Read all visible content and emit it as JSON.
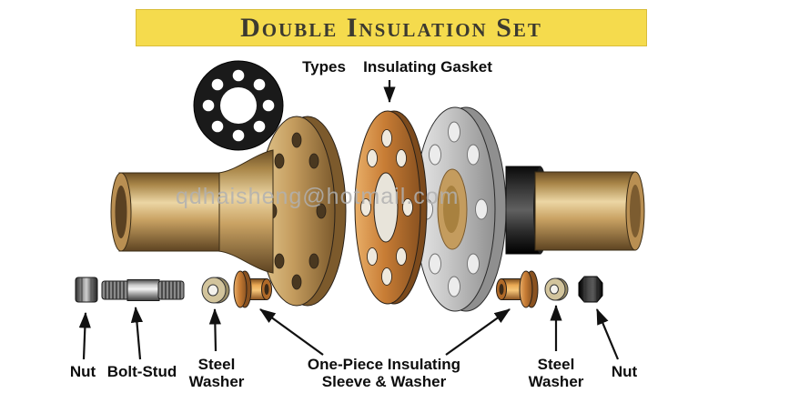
{
  "banner": {
    "title": "Double Insulation Set"
  },
  "callouts": {
    "types": "Types",
    "insulating_gasket": "Insulating Gasket",
    "nut_left": "Nut",
    "bolt_stud": "Bolt-Stud",
    "steel_washer_left": "Steel\nWasher",
    "one_piece_sleeve": "One-Piece Insulating\nSleeve & Washer",
    "steel_washer_right": "Steel\nWasher",
    "nut_right": "Nut"
  },
  "watermark": "qdhaisheng@hotmail.com",
  "colors": {
    "banner_yellow": "#F5DB4D",
    "brass": "#C9A263",
    "insulator_orange": "#C87D35",
    "flange_gray": "#C4C4C4",
    "gasket_black": "#1A1A1A",
    "steel": "#C9C9C9"
  }
}
